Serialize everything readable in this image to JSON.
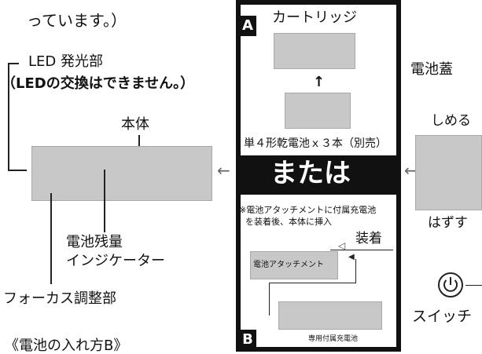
{
  "top_fragment": "っています。）",
  "led_label_1": "LED 発光部",
  "led_label_2": "（LEDの交換はできません。）",
  "body_label": "本体",
  "indicator_label_1": "電池残量",
  "indicator_label_2": "インジケーター",
  "focus_label": "フォーカス調整部",
  "method_b_heading": "《電池の入れ方B》",
  "panel_a": {
    "badge": "A",
    "cartridge_label": "カートリッジ",
    "battery_label": "単４形乾電池ｘ３本（別売）"
  },
  "or_label": "または",
  "panel_b": {
    "badge": "B",
    "note_line_1": "※電池アタッチメントに付属充電池",
    "note_line_2": "を装着後、本体に挿入",
    "attach_label": "装着",
    "attachment_label": "電池アタッチメント",
    "rechargeable_label": "専用付属充電池"
  },
  "cap_label": "電池蓋",
  "tighten_label": "しめる",
  "remove_label": "はずす",
  "switch_label": "スイッチ"
}
